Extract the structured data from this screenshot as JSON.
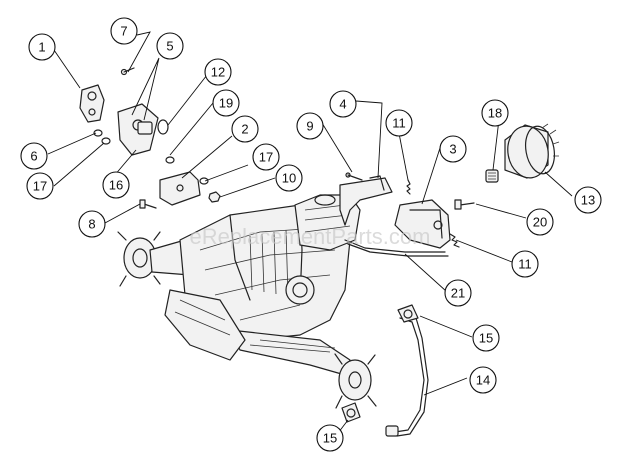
{
  "diagram": {
    "watermark": "eReplacementParts.com",
    "callouts": [
      {
        "id": "c1",
        "label": "1"
      },
      {
        "id": "c7",
        "label": "7"
      },
      {
        "id": "c5",
        "label": "5"
      },
      {
        "id": "c12",
        "label": "12"
      },
      {
        "id": "c19",
        "label": "19"
      },
      {
        "id": "c6",
        "label": "6"
      },
      {
        "id": "c17a",
        "label": "17"
      },
      {
        "id": "c16",
        "label": "16"
      },
      {
        "id": "c2",
        "label": "2"
      },
      {
        "id": "c17b",
        "label": "17"
      },
      {
        "id": "c10",
        "label": "10"
      },
      {
        "id": "c8",
        "label": "8"
      },
      {
        "id": "c4",
        "label": "4"
      },
      {
        "id": "c9",
        "label": "9"
      },
      {
        "id": "c11a",
        "label": "11"
      },
      {
        "id": "c3",
        "label": "3"
      },
      {
        "id": "c18",
        "label": "18"
      },
      {
        "id": "c13",
        "label": "13"
      },
      {
        "id": "c20",
        "label": "20"
      },
      {
        "id": "c11b",
        "label": "11"
      },
      {
        "id": "c21",
        "label": "21"
      },
      {
        "id": "c15a",
        "label": "15"
      },
      {
        "id": "c14",
        "label": "14"
      },
      {
        "id": "c15b",
        "label": "15"
      }
    ]
  }
}
